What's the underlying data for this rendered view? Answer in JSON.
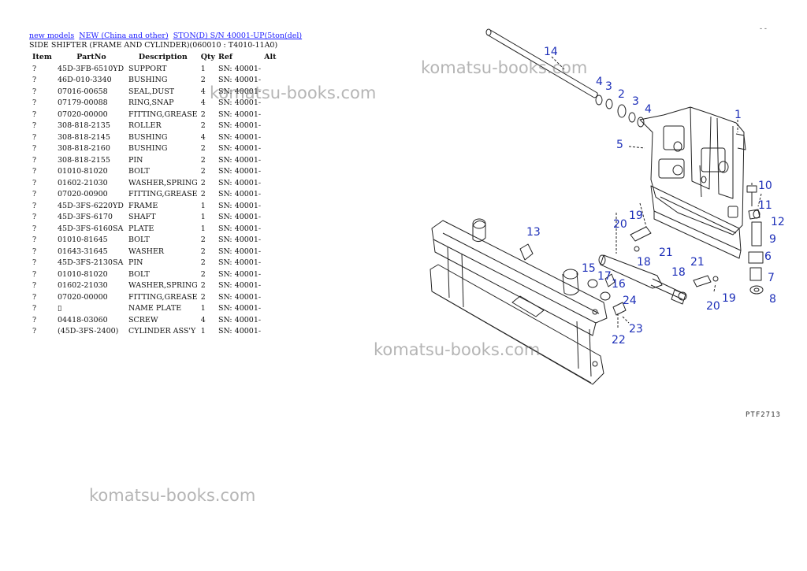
{
  "breadcrumbs": [
    {
      "label": "new models"
    },
    {
      "label": "NEW (China and other)"
    },
    {
      "label": "STON(D) S/N 40001-UP(5ton(del)"
    }
  ],
  "section_title": "SIDE SHIFTER (FRAME AND CYLINDER)(060010 : T4010-11A0)",
  "table": {
    "headers": {
      "item": "Item",
      "partno": "PartNo",
      "description": "Description",
      "qty": "Qty",
      "ref": "Ref",
      "alt": "Alt"
    },
    "rows": [
      {
        "item": "?",
        "partno": "45D-3FB-6510YD",
        "description": "SUPPORT",
        "qty": "1",
        "ref": "SN: 40001-",
        "alt": ""
      },
      {
        "item": "?",
        "partno": "46D-010-3340",
        "description": "BUSHING",
        "qty": "2",
        "ref": "SN: 40001-",
        "alt": ""
      },
      {
        "item": "?",
        "partno": "07016-00658",
        "description": "SEAL,DUST",
        "qty": "4",
        "ref": "SN: 40001-",
        "alt": ""
      },
      {
        "item": "?",
        "partno": "07179-00088",
        "description": "RING,SNAP",
        "qty": "4",
        "ref": "SN: 40001-",
        "alt": ""
      },
      {
        "item": "?",
        "partno": "07020-00000",
        "description": "FITTING,GREASE",
        "qty": "2",
        "ref": "SN: 40001-",
        "alt": ""
      },
      {
        "item": "?",
        "partno": "308-818-2135",
        "description": "ROLLER",
        "qty": "2",
        "ref": "SN: 40001-",
        "alt": ""
      },
      {
        "item": "?",
        "partno": "308-818-2145",
        "description": "BUSHING",
        "qty": "4",
        "ref": "SN: 40001-",
        "alt": ""
      },
      {
        "item": "?",
        "partno": "308-818-2160",
        "description": "BUSHING",
        "qty": "2",
        "ref": "SN: 40001-",
        "alt": ""
      },
      {
        "item": "?",
        "partno": "308-818-2155",
        "description": "PIN",
        "qty": "2",
        "ref": "SN: 40001-",
        "alt": ""
      },
      {
        "item": "?",
        "partno": "01010-81020",
        "description": "BOLT",
        "qty": "2",
        "ref": "SN: 40001-",
        "alt": ""
      },
      {
        "item": "?",
        "partno": "01602-21030",
        "description": "WASHER,SPRING",
        "qty": "2",
        "ref": "SN: 40001-",
        "alt": ""
      },
      {
        "item": "?",
        "partno": "07020-00900",
        "description": "FITTING,GREASE",
        "qty": "2",
        "ref": "SN: 40001-",
        "alt": ""
      },
      {
        "item": "?",
        "partno": "45D-3FS-6220YD",
        "description": "FRAME",
        "qty": "1",
        "ref": "SN: 40001-",
        "alt": ""
      },
      {
        "item": "?",
        "partno": "45D-3FS-6170",
        "description": "SHAFT",
        "qty": "1",
        "ref": "SN: 40001-",
        "alt": ""
      },
      {
        "item": "?",
        "partno": "45D-3FS-6160SA",
        "description": "PLATE",
        "qty": "1",
        "ref": "SN: 40001-",
        "alt": ""
      },
      {
        "item": "?",
        "partno": "01010-81645",
        "description": "BOLT",
        "qty": "2",
        "ref": "SN: 40001-",
        "alt": ""
      },
      {
        "item": "?",
        "partno": "01643-31645",
        "description": "WASHER",
        "qty": "2",
        "ref": "SN: 40001-",
        "alt": ""
      },
      {
        "item": "?",
        "partno": "45D-3FS-2130SA",
        "description": "PIN",
        "qty": "2",
        "ref": "SN: 40001-",
        "alt": ""
      },
      {
        "item": "?",
        "partno": "01010-81020",
        "description": "BOLT",
        "qty": "2",
        "ref": "SN: 40001-",
        "alt": ""
      },
      {
        "item": "?",
        "partno": "01602-21030",
        "description": "WASHER,SPRING",
        "qty": "2",
        "ref": "SN: 40001-",
        "alt": ""
      },
      {
        "item": "?",
        "partno": "07020-00000",
        "description": "FITTING,GREASE",
        "qty": "2",
        "ref": "SN: 40001-",
        "alt": ""
      },
      {
        "item": "?",
        "partno": "▯",
        "description": "NAME PLATE",
        "qty": "1",
        "ref": "SN: 40001-",
        "alt": ""
      },
      {
        "item": "?",
        "partno": "04418-03060",
        "description": "SCREW",
        "qty": "4",
        "ref": "SN: 40001-",
        "alt": ""
      },
      {
        "item": "?",
        "partno": "(45D-3FS-2400)",
        "description": "CYLINDER ASS'Y",
        "qty": "1",
        "ref": "SN: 40001-",
        "alt": ""
      }
    ]
  },
  "watermark_text": "komatsu-books.com",
  "diagram": {
    "callouts": [
      "14",
      "4",
      "3",
      "2",
      "3",
      "4",
      "1",
      "5",
      "10",
      "11",
      "12",
      "9",
      "6",
      "7",
      "8",
      "13",
      "20",
      "19",
      "21",
      "18",
      "15",
      "17",
      "16",
      "24",
      "18",
      "21",
      "20",
      "19",
      "22",
      "23"
    ],
    "figure_code": "PTF2713",
    "corner_mark": "- -"
  },
  "colors": {
    "link": "#1a1aff",
    "callout": "#1d2fb8",
    "line": "#222222",
    "watermark": "#8a8a8a"
  }
}
